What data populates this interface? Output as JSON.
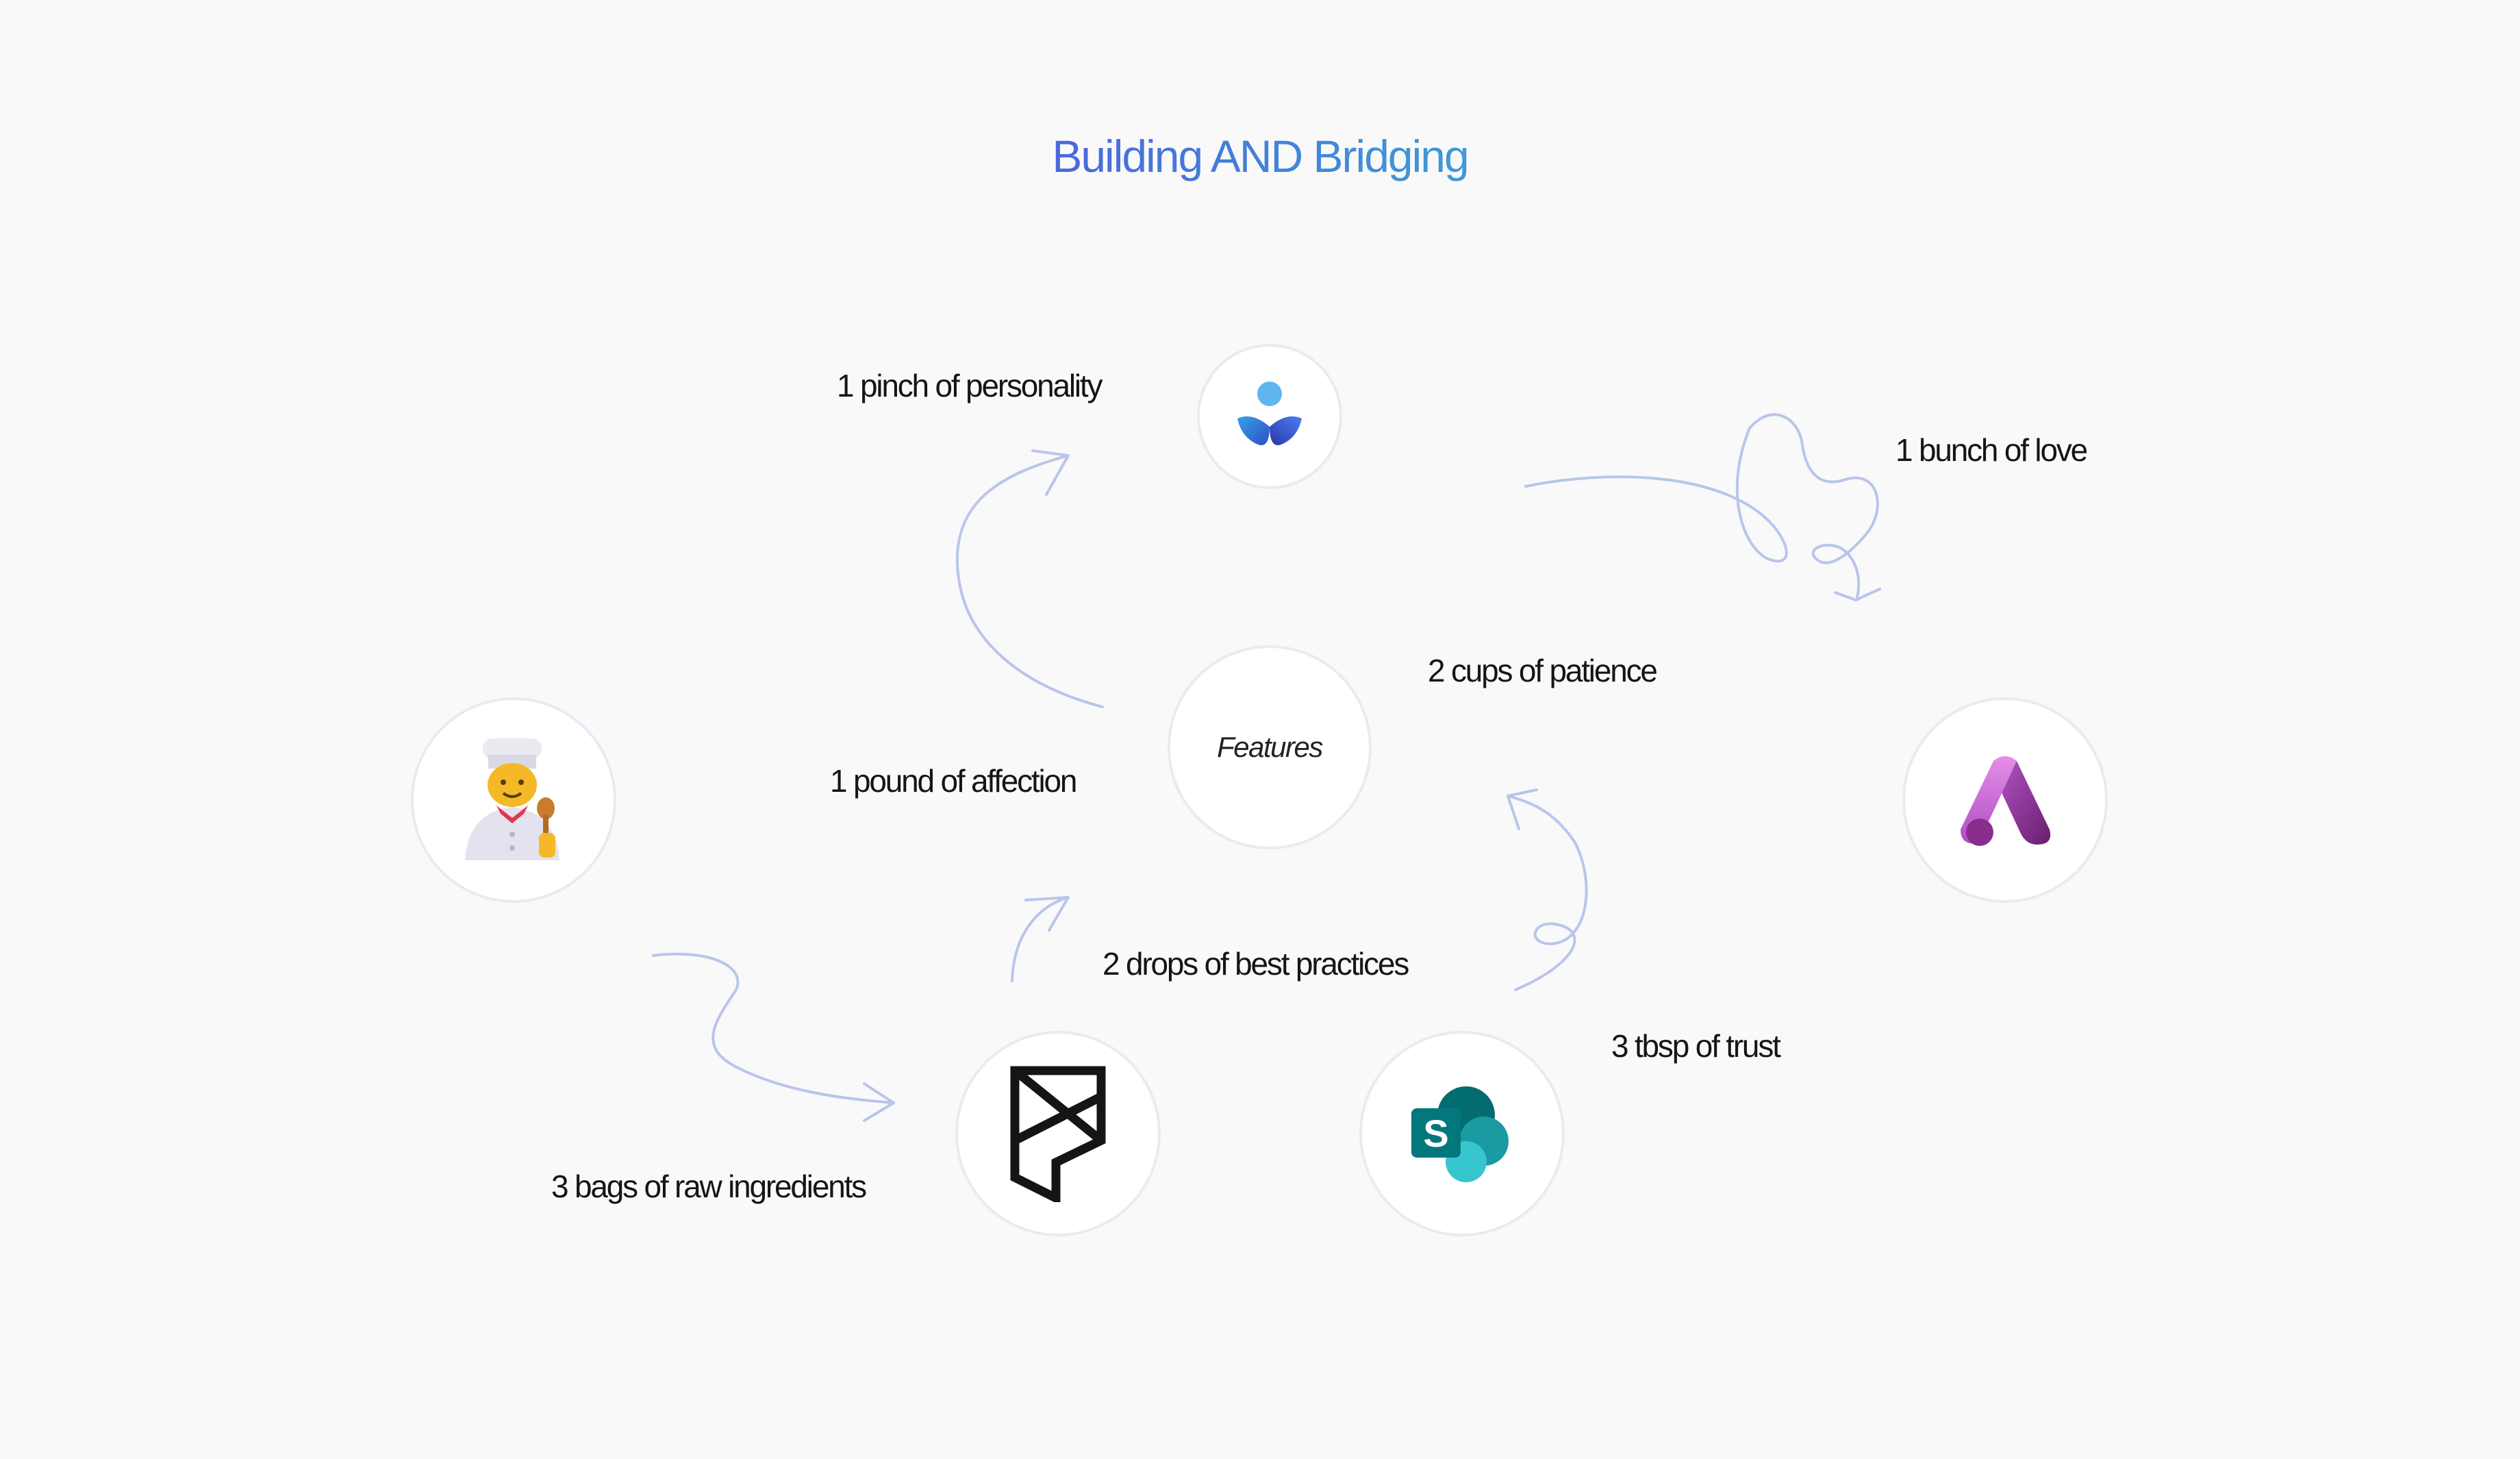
{
  "diagram": {
    "title": "Building AND Bridging",
    "center_label": "Features",
    "labels": {
      "pinch": "1 pinch of personality",
      "bunch": "1 bunch of love",
      "patience": "2 cups of patience",
      "affection": "1 pound of affection",
      "drops": "2 drops of best practices",
      "trust": "3 tbsp of trust",
      "bags": "3 bags of raw ingredients"
    },
    "nodes": {
      "chef": "chef-emoji-icon",
      "top": "viva-engage-logo-icon",
      "center": "features",
      "right": "power-apps-logo-icon",
      "framer": "framer-logo-icon",
      "sharepoint": "sharepoint-logo-icon"
    },
    "sharepoint_letter": "S",
    "colors": {
      "title_gradient": [
        "#4a63db",
        "#3d9fd6"
      ],
      "arrow": "#b9c5ea",
      "node_border": "#e9eaf3",
      "background": "#f9f9fa"
    }
  }
}
